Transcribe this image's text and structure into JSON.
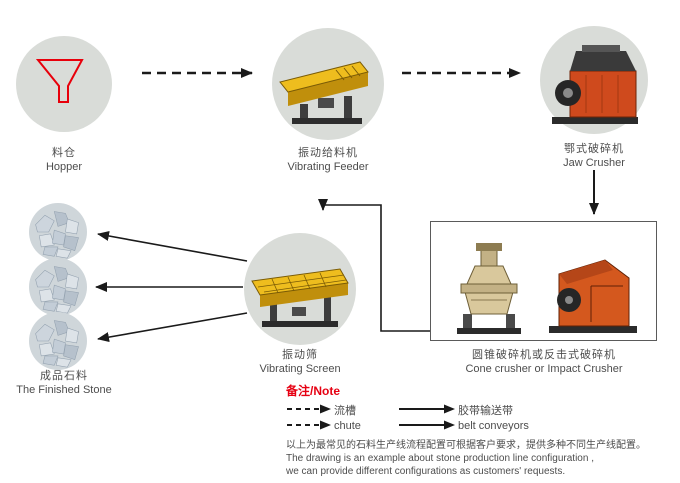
{
  "nodes": {
    "hopper": {
      "label_zh": "料仓",
      "label_en": "Hopper"
    },
    "vibrating_feeder": {
      "label_zh": "振动给料机",
      "label_en": "Vibrating Feeder"
    },
    "jaw_crusher": {
      "label_zh": "鄂式破碎机",
      "label_en": "Jaw Crusher"
    },
    "vibrating_screen": {
      "label_zh": "振动筛",
      "label_en": "Vibrating Screen"
    },
    "secondary_crushers": {
      "label_zh": "圆锥破碎机或反击式破碎机",
      "label_en": "Cone crusher or Impact Crusher"
    },
    "finished_stone": {
      "label_zh": "成品石料",
      "label_en": "The Finished Stone"
    }
  },
  "legend": {
    "title": "备注/Note",
    "dashed": {
      "zh": "流槽",
      "en": "chute"
    },
    "solid": {
      "zh": "胶带输送带",
      "en": "belt conveyors"
    }
  },
  "footnote": {
    "zh": "以上为最常见的石料生产线流程配置可根据客户要求，提供多种不同生产线配置。",
    "en_line1": "The drawing is an example about stone production line configuration ,",
    "en_line2": "we can provide different configurations as customers'  requests."
  },
  "icons": {
    "hopper": "hopper-outline-icon",
    "vibrating_feeder": "vibrating-feeder-icon",
    "jaw_crusher": "jaw-crusher-icon",
    "vibrating_screen": "vibrating-screen-icon",
    "cone_crusher": "cone-crusher-icon",
    "impact_crusher": "impact-crusher-icon",
    "finished_stone": "stone-pile-icon"
  },
  "colors": {
    "circle_bg": "#d9dcd8",
    "accent_red": "#e60012",
    "machine_yellow": "#eebd1e",
    "machine_orange": "#cf4a1d",
    "cone_tan": "#d9c89c",
    "stone_blue": "#c3cdd7",
    "line": "#1a1a1a",
    "text": "#4d4d4d"
  }
}
